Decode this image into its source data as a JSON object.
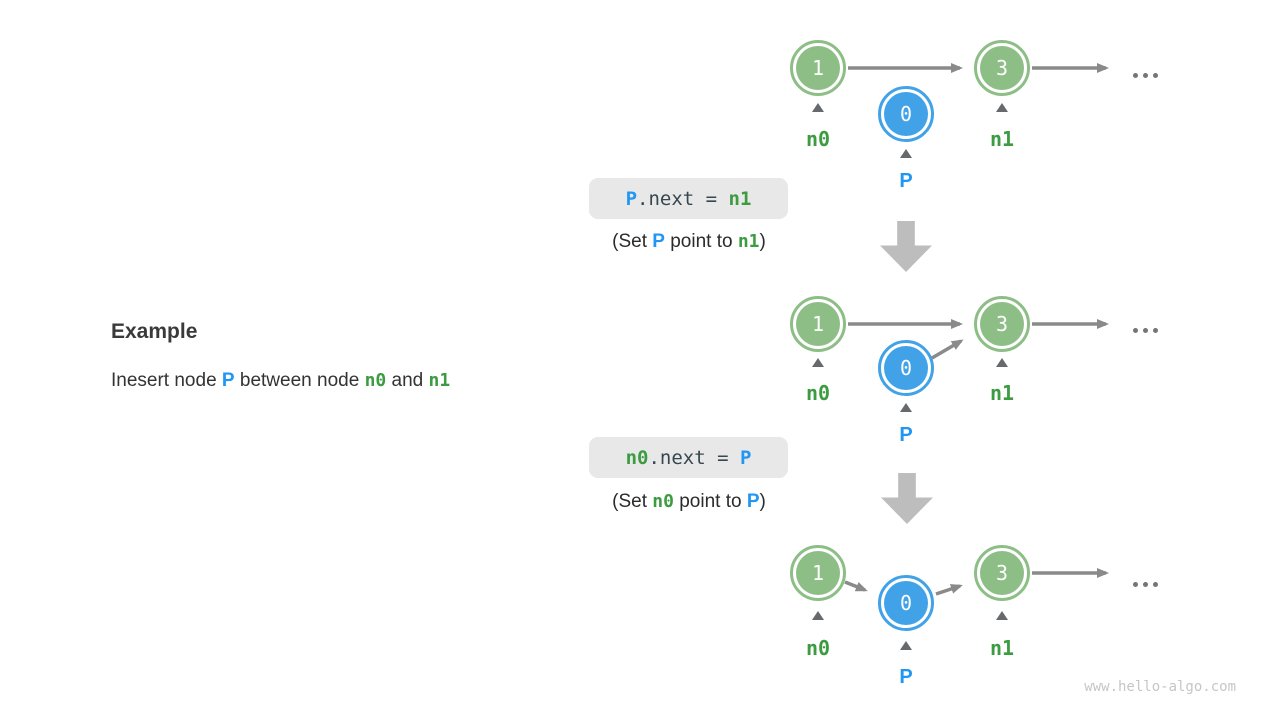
{
  "example": {
    "heading": "Example",
    "body": {
      "t1": "Inesert node ",
      "p": "P",
      "t2": " between node ",
      "n0": "n0",
      "t3": " and ",
      "n1": "n1"
    }
  },
  "steps": [
    {
      "code": {
        "lhs": "P",
        "mid": ".next = ",
        "rhs": "n1"
      },
      "caption": {
        "t1": "(Set ",
        "a": "P",
        "t2": " point to ",
        "b": "n1",
        "t3": ")"
      }
    },
    {
      "code": {
        "lhs": "n0",
        "mid": ".next = ",
        "rhs": "P"
      },
      "caption": {
        "t1": "(Set ",
        "a": "n0",
        "t2": " point to ",
        "b": "P",
        "t3": ")"
      }
    }
  ],
  "diagram": {
    "stages": [
      {
        "nodes": [
          {
            "value": "1",
            "label": "n0"
          },
          {
            "value": "0",
            "label": "P"
          },
          {
            "value": "3",
            "label": "n1"
          }
        ]
      },
      {
        "nodes": [
          {
            "value": "1",
            "label": "n0"
          },
          {
            "value": "0",
            "label": "P"
          },
          {
            "value": "3",
            "label": "n1"
          }
        ]
      },
      {
        "nodes": [
          {
            "value": "1",
            "label": "n0"
          },
          {
            "value": "0",
            "label": "P"
          },
          {
            "value": "3",
            "label": "n1"
          }
        ]
      }
    ]
  },
  "colors": {
    "existing_node_green": "#8CBE86",
    "inserted_node_blue": "#42A2E8",
    "label_green": "#3d9c42",
    "label_blue": "#2196F3",
    "arrow_gray": "#8a8a8a",
    "block_arrow_gray": "#BDBDBD",
    "code_box_bg": "#e8e8e8"
  },
  "watermark": "www.hello-algo.com"
}
